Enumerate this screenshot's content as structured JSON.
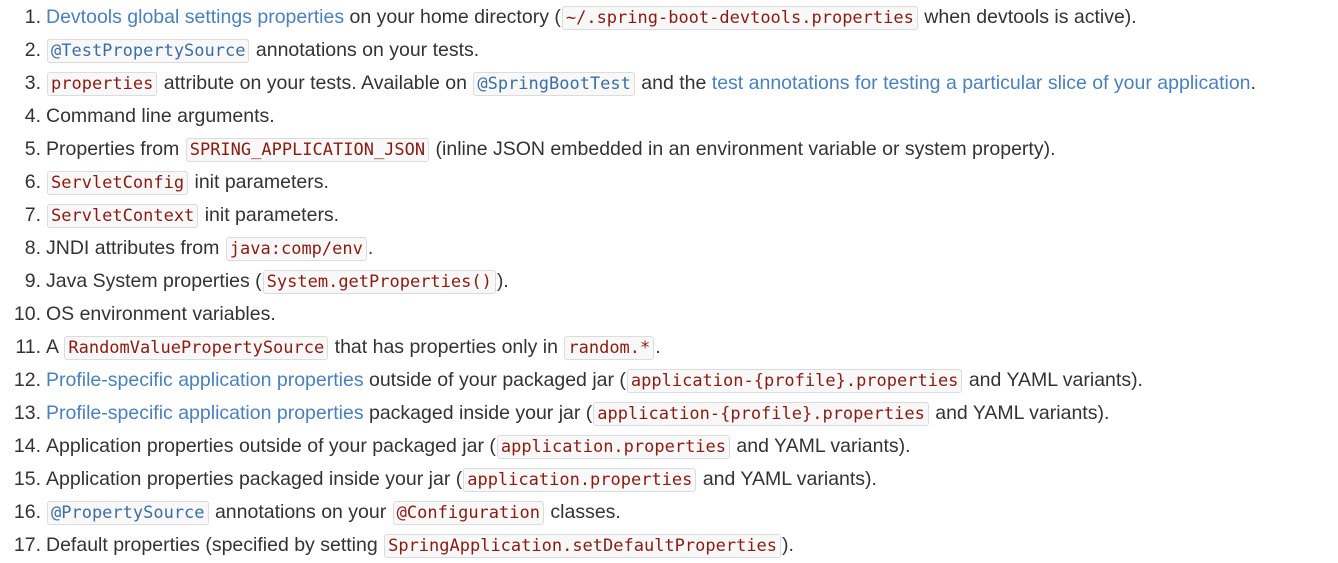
{
  "items": [
    {
      "n": "1.",
      "parts": [
        {
          "t": "link",
          "v": "Devtools global settings properties"
        },
        {
          "t": "text",
          "v": " on your home directory ("
        },
        {
          "t": "code",
          "v": "~/.spring-boot-devtools.properties",
          "c": "red"
        },
        {
          "t": "text",
          "v": " when devtools is active)."
        }
      ]
    },
    {
      "n": "2.",
      "parts": [
        {
          "t": "code",
          "v": "@TestPropertySource",
          "c": "blue"
        },
        {
          "t": "text",
          "v": " annotations on your tests."
        }
      ]
    },
    {
      "n": "3.",
      "parts": [
        {
          "t": "code",
          "v": "properties",
          "c": "red"
        },
        {
          "t": "text",
          "v": " attribute on your tests. Available on "
        },
        {
          "t": "code",
          "v": "@SpringBootTest",
          "c": "blue"
        },
        {
          "t": "text",
          "v": " and the "
        },
        {
          "t": "link",
          "v": "test annotations for testing a particular slice of your application"
        },
        {
          "t": "text",
          "v": "."
        }
      ]
    },
    {
      "n": "4.",
      "parts": [
        {
          "t": "text",
          "v": "Command line arguments."
        }
      ]
    },
    {
      "n": "5.",
      "parts": [
        {
          "t": "text",
          "v": "Properties from "
        },
        {
          "t": "code",
          "v": "SPRING_APPLICATION_JSON",
          "c": "red"
        },
        {
          "t": "text",
          "v": " (inline JSON embedded in an environment variable or system property)."
        }
      ]
    },
    {
      "n": "6.",
      "parts": [
        {
          "t": "code",
          "v": "ServletConfig",
          "c": "red"
        },
        {
          "t": "text",
          "v": " init parameters."
        }
      ]
    },
    {
      "n": "7.",
      "parts": [
        {
          "t": "code",
          "v": "ServletContext",
          "c": "red"
        },
        {
          "t": "text",
          "v": " init parameters."
        }
      ]
    },
    {
      "n": "8.",
      "parts": [
        {
          "t": "text",
          "v": "JNDI attributes from "
        },
        {
          "t": "code",
          "v": "java:comp/env",
          "c": "red"
        },
        {
          "t": "text",
          "v": "."
        }
      ]
    },
    {
      "n": "9.",
      "parts": [
        {
          "t": "text",
          "v": "Java System properties ("
        },
        {
          "t": "code",
          "v": "System.getProperties()",
          "c": "red"
        },
        {
          "t": "text",
          "v": ")."
        }
      ]
    },
    {
      "n": "10.",
      "parts": [
        {
          "t": "text",
          "v": "OS environment variables."
        }
      ]
    },
    {
      "n": "11.",
      "parts": [
        {
          "t": "text",
          "v": "A "
        },
        {
          "t": "code",
          "v": "RandomValuePropertySource",
          "c": "red"
        },
        {
          "t": "text",
          "v": " that has properties only in "
        },
        {
          "t": "code",
          "v": "random.*",
          "c": "red"
        },
        {
          "t": "text",
          "v": "."
        }
      ]
    },
    {
      "n": "12.",
      "parts": [
        {
          "t": "link",
          "v": "Profile-specific application properties"
        },
        {
          "t": "text",
          "v": " outside of your packaged jar ("
        },
        {
          "t": "code",
          "v": "application-{profile}.properties",
          "c": "red"
        },
        {
          "t": "text",
          "v": " and YAML variants)."
        }
      ]
    },
    {
      "n": "13.",
      "parts": [
        {
          "t": "link",
          "v": "Profile-specific application properties"
        },
        {
          "t": "text",
          "v": " packaged inside your jar ("
        },
        {
          "t": "code",
          "v": "application-{profile}.properties",
          "c": "red"
        },
        {
          "t": "text",
          "v": " and YAML variants)."
        }
      ]
    },
    {
      "n": "14.",
      "parts": [
        {
          "t": "text",
          "v": "Application properties outside of your packaged jar ("
        },
        {
          "t": "code",
          "v": "application.properties",
          "c": "red"
        },
        {
          "t": "text",
          "v": " and YAML variants)."
        }
      ]
    },
    {
      "n": "15.",
      "parts": [
        {
          "t": "text",
          "v": "Application properties packaged inside your jar ("
        },
        {
          "t": "code",
          "v": "application.properties",
          "c": "red"
        },
        {
          "t": "text",
          "v": " and YAML variants)."
        }
      ]
    },
    {
      "n": "16.",
      "parts": [
        {
          "t": "code",
          "v": "@PropertySource",
          "c": "blue"
        },
        {
          "t": "text",
          "v": " annotations on your "
        },
        {
          "t": "code",
          "v": "@Configuration",
          "c": "red"
        },
        {
          "t": "text",
          "v": " classes."
        }
      ]
    },
    {
      "n": "17.",
      "parts": [
        {
          "t": "text",
          "v": "Default properties (specified by setting "
        },
        {
          "t": "code",
          "v": "SpringApplication.setDefaultProperties",
          "c": "red"
        },
        {
          "t": "text",
          "v": ")."
        }
      ]
    }
  ]
}
